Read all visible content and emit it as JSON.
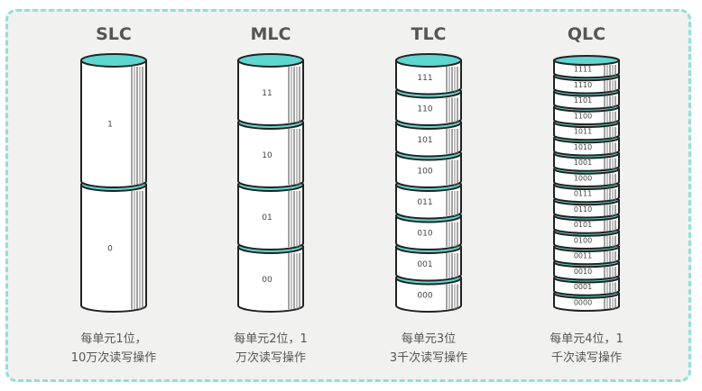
{
  "colors": {
    "accent": "#5fd6cf",
    "outline": "#222222",
    "text": "#555555"
  },
  "columns": [
    {
      "title": "SLC",
      "cells": [
        "1",
        "0"
      ],
      "caption_line1": "每单元1位，",
      "caption_line2": "10万次读写操作"
    },
    {
      "title": "MLC",
      "cells": [
        "11",
        "10",
        "01",
        "00"
      ],
      "caption_line1": "每单元2位，1",
      "caption_line2": "万次读写操作"
    },
    {
      "title": "TLC",
      "cells": [
        "111",
        "110",
        "101",
        "100",
        "011",
        "010",
        "001",
        "000"
      ],
      "caption_line1": "每单元3位",
      "caption_line2": "3千次读写操作"
    },
    {
      "title": "QLC",
      "cells": [
        "1111",
        "1110",
        "1101",
        "1100",
        "1011",
        "1010",
        "1001",
        "1000",
        "0111",
        "0110",
        "0101",
        "0100",
        "0011",
        "0010",
        "0001",
        "0000"
      ],
      "caption_line1": "每单元4位，1",
      "caption_line2": "千次读写操作"
    }
  ]
}
